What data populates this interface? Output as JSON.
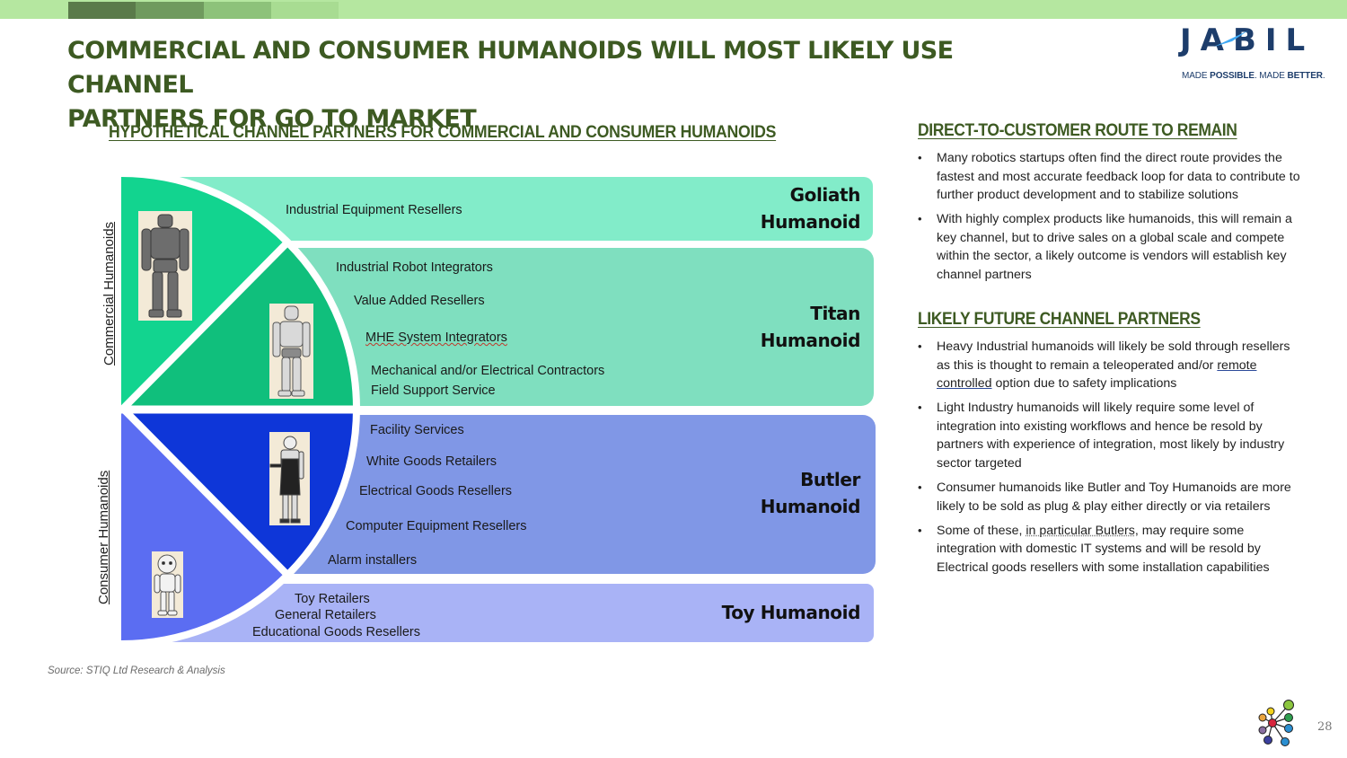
{
  "header": {
    "title_line1": "COMMERCIAL AND CONSUMER HUMANOIDS WILL MOST LIKELY USE CHANNEL",
    "title_line2": "PARTNERS FOR GO TO MARKET",
    "top_bar_colors": [
      "#5a7a4a",
      "#6f9a5e",
      "#8dc27a",
      "#a8dc92",
      "#b5e7a0"
    ]
  },
  "brand": {
    "logo_text": "JABIL",
    "tagline_part1": "MADE ",
    "tagline_bold1": "POSSIBLE",
    "tagline_part2": ". MADE ",
    "tagline_bold2": "BETTER",
    "tagline_end": ".",
    "logo_color": "#1d3d6b",
    "accent_color": "#3fa9f5"
  },
  "diagram": {
    "title": "HYPOTHETICAL CHANNEL PARTNERS FOR COMMERCIAL AND CONSUMER HUMANOIDS",
    "side_labels": {
      "commercial": "Commercial Humanoids",
      "consumer": "Consumer Humanoids"
    },
    "bands": [
      {
        "name": "Goliath Humanoid",
        "label_line1": "Goliath",
        "label_line2": "Humanoid",
        "color": "#82ecc9",
        "wedge_color": "#12d48f",
        "partners": [
          "Industrial Equipment Resellers"
        ]
      },
      {
        "name": "Titan Humanoid",
        "label_line1": "Titan",
        "label_line2": "Humanoid",
        "color": "#7fdfbf",
        "wedge_color": "#10bf7c",
        "partners": [
          "Industrial Robot Integrators",
          "Value Added Resellers",
          "MHE System Integrators",
          "Mechanical and/or Electrical Contractors",
          "Field Support Service"
        ]
      },
      {
        "name": "Butler Humanoid",
        "label_line1": "Butler",
        "label_line2": "Humanoid",
        "color": "#8097e6",
        "wedge_color": "#0e36d8",
        "partners": [
          "Facility Services",
          "White Goods Retailers",
          "Electrical Goods Resellers",
          "Computer Equipment Resellers",
          "Alarm installers"
        ]
      },
      {
        "name": "Toy Humanoid",
        "label_line1": "Toy Humanoid",
        "label_line2": "",
        "color": "#a9b3f6",
        "wedge_color": "#5b6df2",
        "partners": [
          "Toy Retailers",
          "General Retailers",
          "Educational Goods Resellers"
        ]
      }
    ],
    "source": "Source: STIQ Ltd Research & Analysis"
  },
  "right_panel": {
    "section1": {
      "heading": "DIRECT-TO-CUSTOMER ROUTE TO REMAIN",
      "bullets": [
        "Many robotics startups often find the direct route provides the fastest and most accurate feedback loop for data to contribute to further product development and to stabilize solutions",
        "With highly complex products like humanoids, this will remain a key channel, but to drive sales on a global scale and compete within the sector, a likely outcome is vendors will establish key channel partners"
      ]
    },
    "section2": {
      "heading": "LIKELY FUTURE CHANNEL PARTNERS",
      "bullet1_pre": "Heavy Industrial humanoids will likely be sold through resellers as this is thought to remain a teleoperated and/or ",
      "bullet1_link": "remote controlled",
      "bullet1_post": " option due to safety implications",
      "bullet2": "Light Industry humanoids will likely require some level of integration into existing workflows and hence be resold by partners with experience of integration, most likely by industry sector targeted",
      "bullet3": "Consumer humanoids like Butler and Toy Humanoids are more likely to be sold as plug & play either directly or via retailers",
      "bullet4_pre": "Some of these, ",
      "bullet4_mark": "in particular Butlers",
      "bullet4_post": ", may require some integration with domestic IT systems and will be resold by Electrical goods resellers with some installation capabilities"
    }
  },
  "footer": {
    "page_number": "28",
    "icon": "molecule-network-icon"
  }
}
